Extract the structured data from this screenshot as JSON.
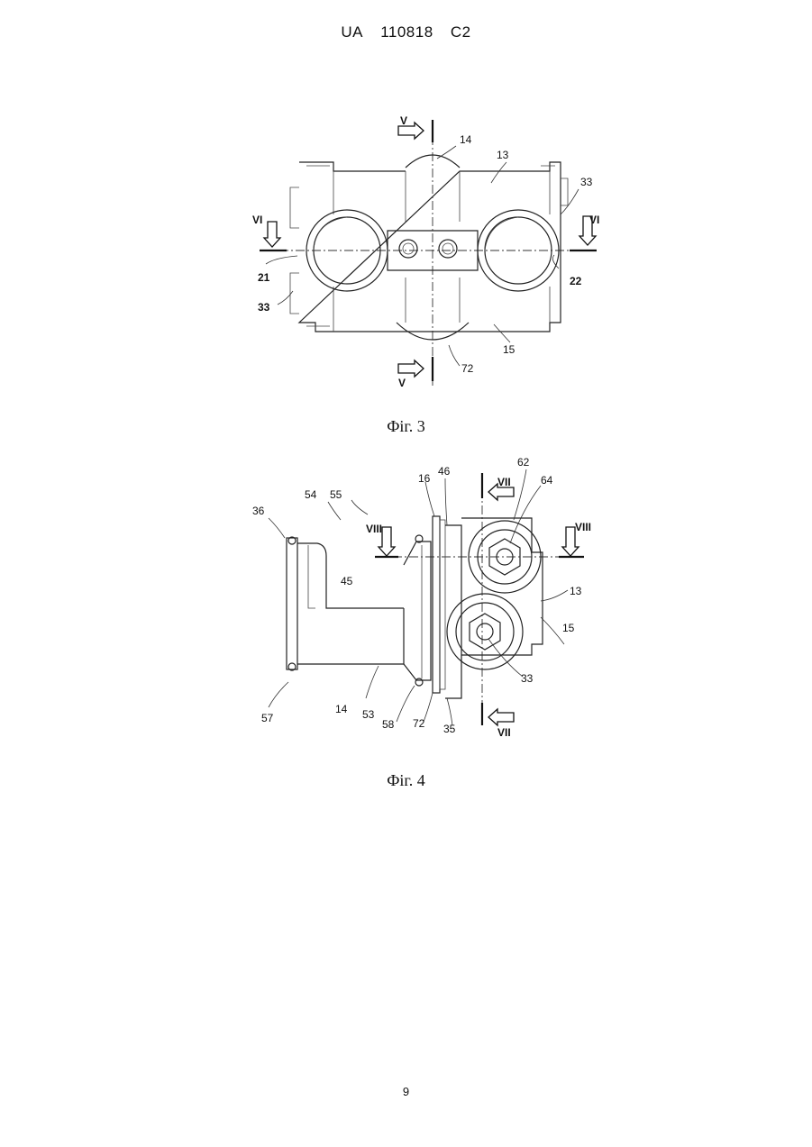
{
  "header": {
    "country": "UA",
    "number": "110818",
    "kind": "C2"
  },
  "figure3": {
    "caption": "Фіг. 3",
    "labels": {
      "l14": "14",
      "l13": "13",
      "l33a": "33",
      "l33b": "33",
      "l21": "21",
      "l22": "22",
      "l15": "15",
      "l72": "72",
      "secV_top": "V",
      "secV_bot": "V",
      "secVI_left": "VI",
      "secVI_right": "VI"
    }
  },
  "figure4": {
    "caption": "Фіг. 4",
    "labels": {
      "l36": "36",
      "l54": "54",
      "l55": "55",
      "l16": "16",
      "l46": "46",
      "l62": "62",
      "l64": "64",
      "l45": "45",
      "l13": "13",
      "l15": "15",
      "l33": "33",
      "l57": "57",
      "l14": "14",
      "l53": "53",
      "l58": "58",
      "l72": "72",
      "l35": "35",
      "secVII_top": "VII",
      "secVII_bot": "VII",
      "secVIII_left": "VIII",
      "secVIII_right": "VIII"
    }
  },
  "page_number": "9"
}
